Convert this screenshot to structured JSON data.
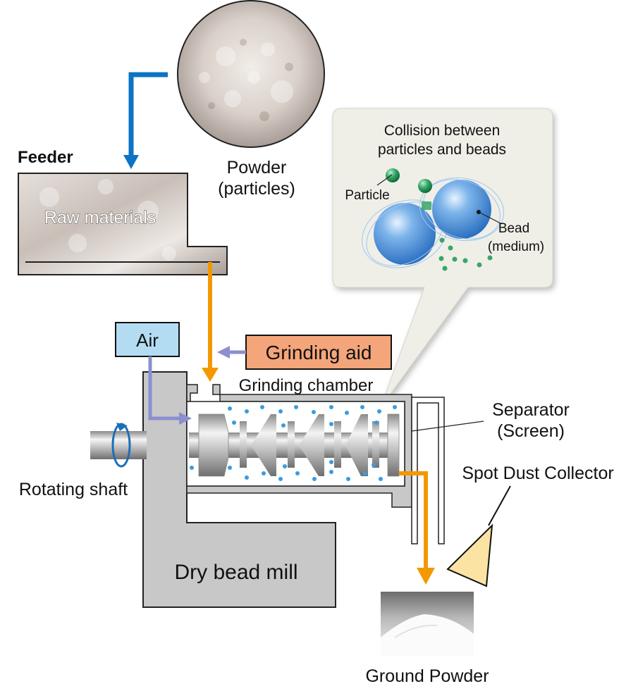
{
  "labels": {
    "feeder": "Feeder",
    "raw_materials": "Raw materials",
    "powder_line1": "Powder",
    "powder_line2": "(particles)",
    "collision_line1": "Collision between",
    "collision_line2": "particles and beads",
    "particle": "Particle",
    "bead_line1": "Bead",
    "bead_line2": "(medium)",
    "air": "Air",
    "grinding_aid": "Grinding aid",
    "grinding_chamber": "Grinding chamber",
    "separator_line1": "Separator",
    "separator_line2": "(Screen)",
    "spot_dust_collector": "Spot Dust Collector",
    "rotating_shaft": "Rotating shaft",
    "dry_bead_mill": "Dry bead mill",
    "ground_powder": "Ground Powder"
  },
  "colors": {
    "feed_arrow": "#f39800",
    "air_arrow": "#8b8fd0",
    "powder_arrow": "#0b74c4",
    "air_box_fill": "#b3dcf2",
    "grinding_aid_fill": "#f4a57a",
    "mill_body": "#c8c8c8",
    "bead": "#4a8fd6",
    "particle": "#2a9a5a",
    "callout_bg": "#efefe8",
    "dust_collector": "#fbe3a4"
  }
}
